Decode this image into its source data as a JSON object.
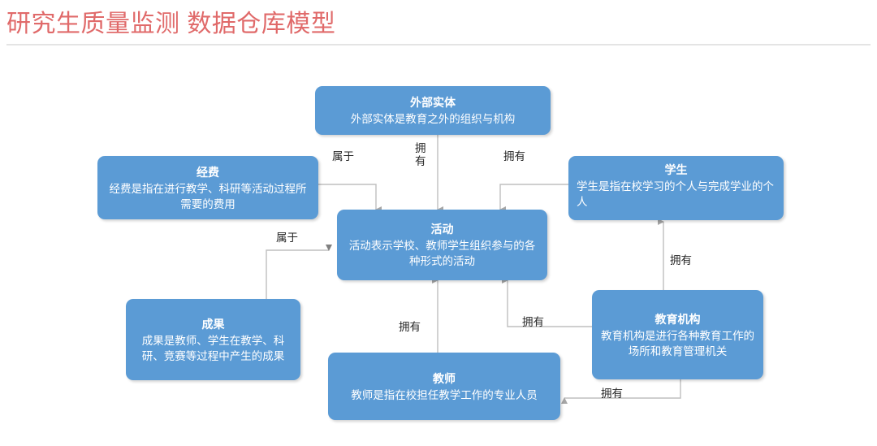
{
  "page": {
    "title": "研究生质量监测 数据仓库模型",
    "title_color": "#e06a6a",
    "divider_color": "#e4e4e4",
    "background": "#ffffff"
  },
  "diagram": {
    "type": "entity-relationship-diagram",
    "node_fill": "#5b9bd5",
    "node_text_color": "#ffffff",
    "edge_color": "#a6a6a6",
    "nodes": [
      {
        "id": "external-entity",
        "title": "外部实体",
        "desc": "外部实体是教育之外的组织与机构"
      },
      {
        "id": "funding",
        "title": "经费",
        "desc": "经费是指在进行教学、科研等活动过程所需要的费用"
      },
      {
        "id": "student",
        "title": "学生",
        "desc": "学生是指在校学习的个人与完成学业的个人"
      },
      {
        "id": "activity",
        "title": "活动",
        "desc": "活动表示学校、教师学生组织参与的各种形式的活动"
      },
      {
        "id": "achievement",
        "title": "成果",
        "desc": "成果是教师、学生在教学、科研、竞赛等过程中产生的成果"
      },
      {
        "id": "education-org",
        "title": "教育机构",
        "desc": "教育机构是进行各种教育工作的场所和教育管理机关"
      },
      {
        "id": "teacher",
        "title": "教师",
        "desc": "教师是指在校担任教学工作的专业人员"
      }
    ],
    "edges": [
      {
        "id": "funding-activity",
        "from": "funding",
        "to": "activity",
        "label": "属于"
      },
      {
        "id": "external-activity",
        "from": "external-entity",
        "to": "activity",
        "label": "拥有"
      },
      {
        "id": "student-activity",
        "from": "student",
        "to": "activity",
        "label": "拥有"
      },
      {
        "id": "achievement-activity",
        "from": "achievement",
        "to": "activity",
        "label": "属于"
      },
      {
        "id": "teacher-activity",
        "from": "teacher",
        "to": "activity",
        "label": "拥有"
      },
      {
        "id": "org-activity",
        "from": "education-org",
        "to": "activity",
        "label": "拥有"
      },
      {
        "id": "org-student",
        "from": "education-org",
        "to": "student",
        "label": "拥有"
      },
      {
        "id": "org-teacher",
        "from": "education-org",
        "to": "teacher",
        "label": "拥有"
      }
    ]
  }
}
